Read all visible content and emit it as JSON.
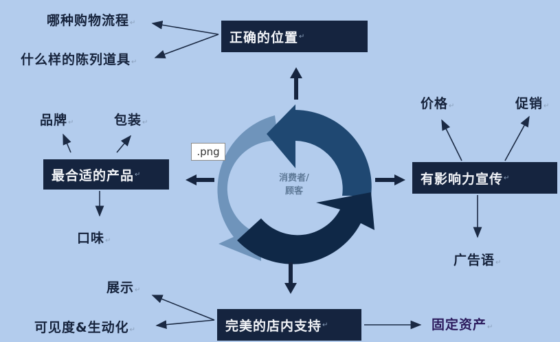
{
  "center": {
    "line1": "消费者/",
    "line2": "顾客"
  },
  "tooltip": ".png",
  "boxes": {
    "top": "正确的位置",
    "left": "最合适的产品",
    "right": "有影响力宣传",
    "bottom": "完美的店内支持"
  },
  "labels": {
    "top": [
      "哪种购物流程",
      "什么样的陈列道具"
    ],
    "left": [
      "品牌",
      "包装",
      "口味"
    ],
    "right": [
      "价格",
      "促销",
      "广告语"
    ],
    "bottom": [
      "展示",
      "可见度&生动化",
      "固定资产"
    ]
  },
  "colors": {
    "background": "#b3cced",
    "box": "#15243f",
    "ring_light": "#6f94bb",
    "ring_mid": "#1f4872",
    "ring_dark": "#0f2847"
  }
}
